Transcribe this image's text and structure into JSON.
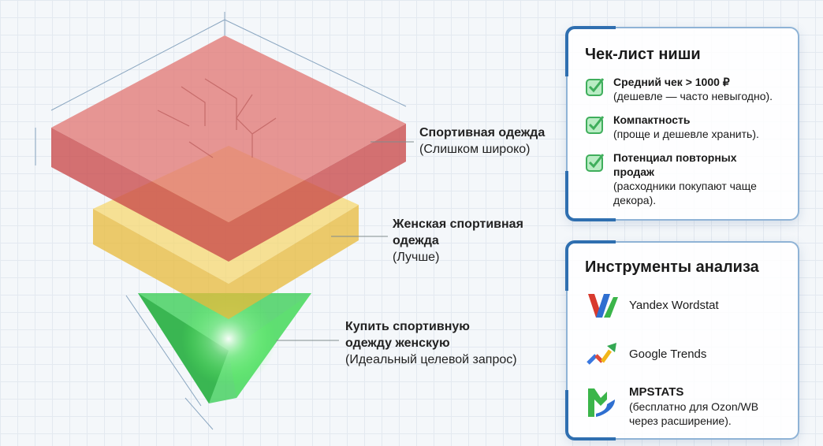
{
  "layers": [
    {
      "title": "Спортивная одежда",
      "note": "(Слишком широко)",
      "color": "#d9605e"
    },
    {
      "title_line1": "Женская спортивная",
      "title_line2": "одежда",
      "note": "(Лучше)",
      "color": "#f2c94c"
    },
    {
      "title_line1": "Купить спортивную",
      "title_line2": "одежду женскую",
      "note": "(Идеальный целевой запрос)",
      "color": "#3fce5a"
    }
  ],
  "checklist": {
    "title": "Чек-лист ниши",
    "items": [
      {
        "title": "Средний чек > 1000 ₽",
        "note": "(дешевле — часто невыгодно)."
      },
      {
        "title": "Компактность",
        "note": "(проще и дешевле хранить)."
      },
      {
        "title": "Потенциал повторных продаж",
        "note": "(расходники покупают чаще декора)."
      }
    ]
  },
  "tools": {
    "title": "Инструменты анализа",
    "items": [
      {
        "name": "Yandex Wordstat",
        "icon": "wordstat-logo"
      },
      {
        "name": "Google Trends",
        "icon": "google-trends-logo"
      },
      {
        "name": "MPSTATS",
        "note": "(бесплатно для Ozon/WB через расширение).",
        "icon": "mpstats-logo"
      }
    ]
  }
}
